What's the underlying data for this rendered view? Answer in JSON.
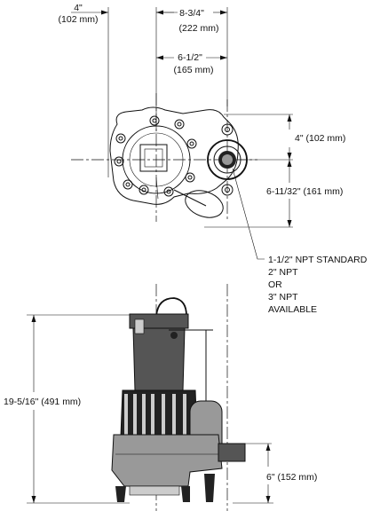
{
  "top_view": {
    "dim_left_width": "4\"",
    "dim_left_width_mm": "(102 mm)",
    "dim_overall_width": "8-3/4\"",
    "dim_overall_width_mm": "(222 mm)",
    "dim_center_offset": "6-1/2\"",
    "dim_center_offset_mm": "(165 mm)",
    "dim_discharge_vertical": "4\" (102 mm)",
    "dim_discharge_depth": "6-11/32\" (161 mm)"
  },
  "discharge_note": {
    "lines": [
      "1-1/2\" NPT STANDARD",
      "2\" NPT",
      "OR",
      "3\" NPT",
      "AVAILABLE"
    ]
  },
  "side_view": {
    "dim_overall_height": "19-5/16\" (491 mm)",
    "dim_discharge_height": "6\" (152 mm)"
  }
}
